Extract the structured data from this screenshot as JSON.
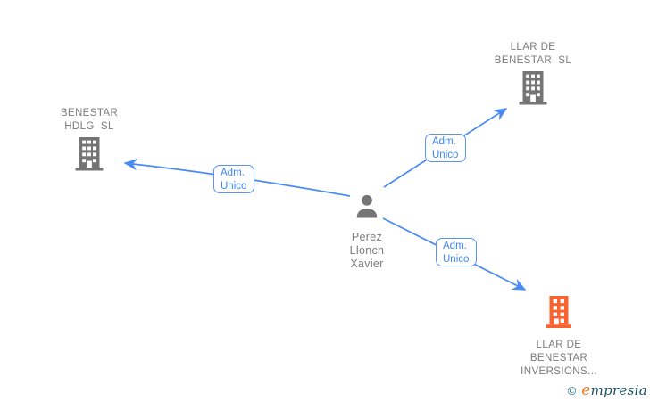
{
  "diagram": {
    "person": {
      "name": "Perez\nLlonch\nXavier",
      "icon": "person-icon"
    },
    "companies": [
      {
        "id": "benestar-hdlg",
        "name": "BENESTAR\nHDLG  SL",
        "icon": "building-icon"
      },
      {
        "id": "llar-de-benestar-sl",
        "name": "LLAR DE\nBENESTAR  SL",
        "icon": "building-icon"
      },
      {
        "id": "llar-de-benestar-inversions",
        "name": "LLAR DE\nBENESTAR\nINVERSIONS...",
        "icon": "building-icon"
      }
    ],
    "edges": [
      {
        "from": "person",
        "to": "benestar-hdlg",
        "label": "Adm.\nUnico"
      },
      {
        "from": "person",
        "to": "llar-de-benestar-sl",
        "label": "Adm.\nUnico"
      },
      {
        "from": "person",
        "to": "llar-de-benestar-inversions",
        "label": "Adm.\nUnico"
      }
    ],
    "colors": {
      "edge_blue": "#4a8af5",
      "node_gray": "#757575",
      "label_gray": "#7b7b7b",
      "highlight_orange": "#f96332"
    }
  },
  "watermark": {
    "copyright": "©",
    "brand_first_letter": "e",
    "brand_rest": "mpresia"
  }
}
